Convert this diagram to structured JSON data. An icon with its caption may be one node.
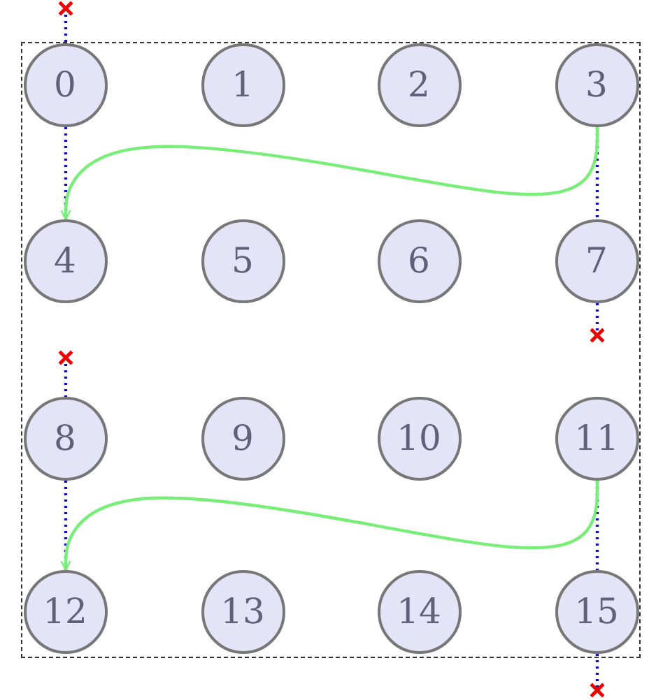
{
  "diagram": {
    "nodes": [
      {
        "text": [],
        "shape": "box"
      },
      {
        "text": [
          "0"
        ],
        "in": 0
      },
      {
        "text": [
          "1"
        ],
        "in": 0
      },
      {
        "text": [
          "2"
        ],
        "in": 0
      },
      {
        "text": [
          "3"
        ],
        "in": 0
      },
      {
        "text": [
          "4"
        ],
        "in": 0
      },
      {
        "text": [
          "5"
        ],
        "in": 0
      },
      {
        "text": [
          "6"
        ],
        "in": 0
      },
      {
        "text": [
          "7"
        ],
        "in": 0
      },
      {
        "text": [
          "8"
        ],
        "in": 0
      },
      {
        "text": [
          "9"
        ],
        "in": 0
      },
      {
        "text": [
          "10"
        ],
        "in": 0
      },
      {
        "text": [
          "11"
        ],
        "in": 0
      },
      {
        "text": [
          "12"
        ],
        "in": 0
      },
      {
        "text": [
          "13"
        ],
        "in": 0
      },
      {
        "text": [
          "14"
        ],
        "in": 0
      },
      {
        "text": [
          "15"
        ],
        "in": 0
      }
    ],
    "edges": [
      {
        "from": null,
        "to": 1,
        "arrow": "other",
        "style": "dashed"
      },
      {
        "from": 1,
        "to": 5,
        "arrow": "none",
        "style": "dashed"
      },
      {
        "from": 4,
        "to": 8,
        "arrow": "none",
        "style": "dashed"
      },
      {
        "from": 8,
        "to": null,
        "arrow": "other",
        "style": "dashed"
      },
      {
        "from": null,
        "to": 9,
        "arrow": "other",
        "style": "dashed"
      },
      {
        "from": 9,
        "to": 13,
        "arrow": "none",
        "style": "dashed"
      },
      {
        "from": 12,
        "to": 16,
        "arrow": "none",
        "style": "dashed"
      },
      {
        "from": 16,
        "to": null,
        "arrow": "other",
        "style": "dashed"
      },
      {
        "from": 4,
        "to": 5,
        "arrow": "to",
        "color": "#77ee77"
      },
      {
        "from": 12,
        "to": 13,
        "arrow": "to",
        "color": "#77ee77"
      }
    ]
  }
}
